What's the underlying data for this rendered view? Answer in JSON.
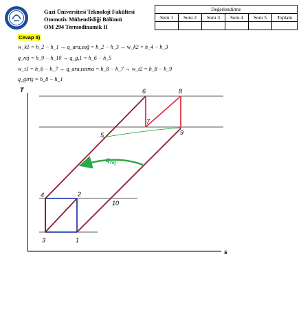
{
  "header": {
    "university": "Gazi Üniversitesi Teknoloji Fakültesi",
    "department": "Otomotiv Mühendisliği Bölümü",
    "course": "OM 294 Termodinamik II"
  },
  "grades_table": {
    "title": "Değerlendirme",
    "columns": [
      "Soru 1",
      "Soru 2",
      "Soru 3",
      "Soru 4",
      "Soru 5",
      "Toplam"
    ]
  },
  "answer": {
    "label": "Cevap 5)",
    "equations": [
      "w_k1 = h_2 − h_1 → q_ara,soğ = h_2 − h_3 → w_k2 = h_4 − h_3",
      "q_rej = h_9 − h_10 → q_g,1 = h_6 − h_5",
      "w_t1 = h_6 − h_7 → q_ara,ısıtma = h_8 − h_7 → w_t2 = h_8 − h_9",
      "q_giriş = h_8 − h_1"
    ]
  },
  "diagram": {
    "y_axis_label": "T",
    "x_axis_label": "s",
    "heat_label": "q",
    "heat_label_sub": "rej",
    "points": [
      "1",
      "2",
      "3",
      "4",
      "5",
      "6",
      "7",
      "8",
      "9",
      "10"
    ],
    "colors": {
      "compression": "#2a3fb5",
      "cycle": "#8b1a2e",
      "turbine": "#e03040",
      "regen": "#2aa84a"
    }
  }
}
